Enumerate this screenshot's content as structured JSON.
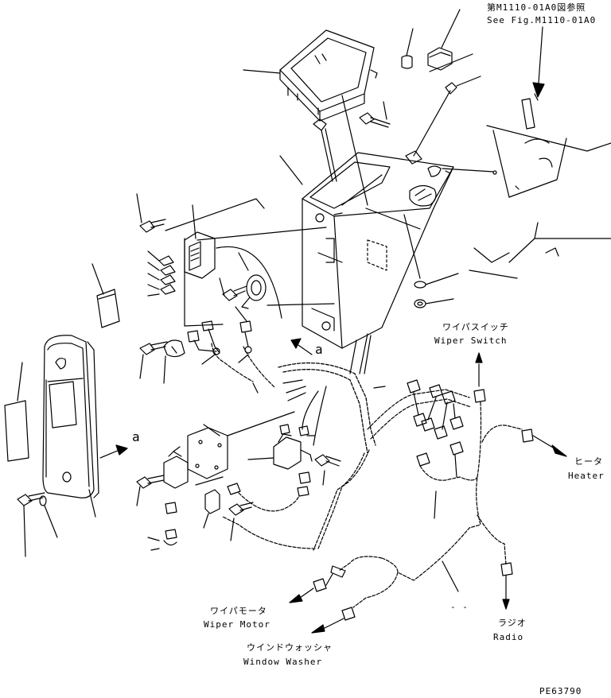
{
  "labels": {
    "ref_jp": "第M1110-01A0図参照",
    "ref_en": "See Fig.M1110-01A0",
    "wiper_switch_jp": "ワイパスイッチ",
    "wiper_switch_en": "Wiper Switch",
    "heater_jp": "ヒータ",
    "heater_en": "Heater",
    "wiper_motor_jp": "ワイパモータ",
    "wiper_motor_en": "Wiper Motor",
    "window_washer_jp": "ウインドウォッシャ",
    "window_washer_en": "Window Washer",
    "radio_jp": "ラジオ",
    "radio_en": "Radio",
    "marker_a1": "a",
    "marker_a2": "a",
    "dash_mark": "- -",
    "drawing_code": "PE63790"
  }
}
